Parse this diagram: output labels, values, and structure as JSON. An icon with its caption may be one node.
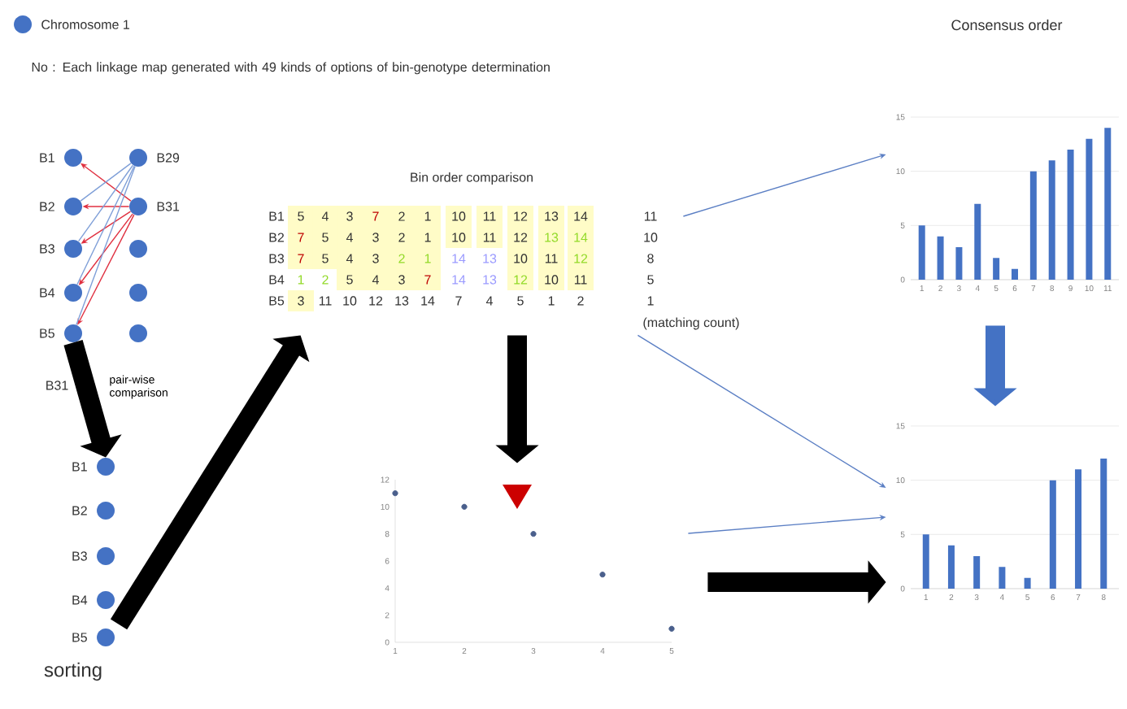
{
  "diagram": {
    "nodes": [
      {
        "text": [],
        "shape": "circle",
        "beside": [
          "B1"
        ]
      },
      {
        "text": [],
        "shape": "circle",
        "beside": [
          "B2"
        ]
      },
      {
        "text": [],
        "shape": "circle",
        "beside": [
          "B3"
        ]
      },
      {
        "text": [],
        "shape": "circle",
        "beside": [
          "B4"
        ]
      },
      {
        "text": [],
        "shape": "circle",
        "beside": [
          "B5"
        ]
      },
      {
        "text": [],
        "shape": "circle",
        "beside": [
          "B29"
        ]
      },
      {
        "text": [],
        "shape": "circle",
        "beside": [
          "B31"
        ]
      },
      {
        "text": [],
        "shape": "circle"
      },
      {
        "text": [],
        "shape": "circle"
      },
      {
        "text": [],
        "shape": "circle"
      },
      {
        "text": [],
        "shape": "circle",
        "beside": [
          "B1"
        ]
      },
      {
        "text": [],
        "shape": "circle",
        "beside": [
          "B2"
        ]
      },
      {
        "text": [],
        "shape": "circle",
        "beside": [
          "B3"
        ]
      },
      {
        "text": [],
        "shape": "circle",
        "beside": [
          "B4"
        ]
      },
      {
        "text": [],
        "shape": "circle",
        "beside": [
          "B5"
        ]
      },
      {
        "text": [
          "Bin order comparison"
        ]
      },
      {
        "text": [
          "Consensus order"
        ]
      },
      {
        "text": [],
        "shape": "picture"
      },
      {
        "text": [],
        "shape": "picture"
      }
    ],
    "edges": [
      {
        "from": 6,
        "to": 0,
        "arrow": "to",
        "color": "#e03040"
      },
      {
        "from": 6,
        "to": 1,
        "arrow": "to",
        "color": "#e03040"
      },
      {
        "from": 6,
        "to": 2,
        "arrow": "to",
        "color": "#e03040"
      },
      {
        "from": 6,
        "to": 3,
        "arrow": "to",
        "color": "#e03040"
      },
      {
        "from": 6,
        "to": 4,
        "arrow": "to",
        "color": "#e03040"
      },
      {
        "from": 5,
        "to": 1,
        "arrow": "none",
        "color": "#7f9fd8"
      },
      {
        "from": 5,
        "to": 2,
        "arrow": "none",
        "color": "#7f9fd8"
      },
      {
        "from": 5,
        "to": 3,
        "arrow": "none",
        "color": "#7f9fd8"
      },
      {
        "from": 5,
        "to": 4,
        "arrow": "none",
        "color": "#7f9fd8"
      },
      {
        "from": 4,
        "to": 10,
        "arrow": "to",
        "style": "thick",
        "color": "#000000",
        "label": "pair-wise comparison"
      },
      {
        "from": 14,
        "to": 15,
        "arrow": "to",
        "style": "thick",
        "color": "#000000"
      },
      {
        "from": 15,
        "to": 16,
        "arrow": "to",
        "color": "#5b7fc4"
      },
      {
        "from": 15,
        "to": 17,
        "arrow": "to",
        "style": "thick",
        "color": "#000000"
      },
      {
        "from": 15,
        "to": 18,
        "arrow": "to",
        "color": "#5b7fc4"
      },
      {
        "from": 16,
        "to": 18,
        "arrow": "to",
        "style": "thick",
        "color": "#4472c4"
      },
      {
        "from": 17,
        "to": 18,
        "arrow": "to",
        "color": "#5b7fc4"
      },
      {
        "from": 17,
        "to": 18,
        "arrow": "to",
        "style": "thick",
        "color": "#000000"
      }
    ],
    "labels": [
      "No : Each linkage map generated with 49 kinds of options of bin-genotype determination",
      "B1",
      "5",
      "4",
      "3",
      "7",
      "2",
      "1",
      "10",
      "11",
      "12",
      "13",
      "14",
      "11",
      "B2",
      "7",
      "5",
      "4",
      "3",
      "2",
      "1",
      "10",
      "11",
      "12",
      "13",
      "14",
      "10",
      "B3",
      "7",
      "5",
      "4",
      "3",
      "2",
      "1",
      "14",
      "13",
      "10",
      "11",
      "12",
      "8",
      "B4",
      "1",
      "2",
      "5",
      "4",
      "3",
      "7",
      "14",
      "13",
      "12",
      "10",
      "11",
      "5",
      "B5",
      "3",
      "11",
      "10",
      "12",
      "13",
      "14",
      "7",
      "4",
      "5",
      "1",
      "2",
      "1",
      "(matching count)",
      "B31",
      "sorting"
    ],
    "legend": [
      {
        "text": "Chromosome 1",
        "color": "#4472c4"
      }
    ],
    "chart_data": [
      {
        "type": "bar",
        "categories": [
          "1",
          "2",
          "3",
          "4",
          "5",
          "6",
          "7",
          "8",
          "9",
          "10",
          "11"
        ],
        "yticks": [
          0,
          5,
          10,
          15
        ],
        "ylim": [
          0,
          15
        ],
        "series": [
          {
            "color": "#4472c4",
            "values": [
              5,
              4,
              3,
              7,
              2,
              1,
              10,
              11,
              12,
              13,
              14
            ]
          }
        ]
      },
      {
        "type": "scatter",
        "x": [
          1,
          2,
          3,
          4,
          5
        ],
        "xticks": [
          1,
          2,
          3,
          4,
          5
        ],
        "yticks": [
          0,
          2,
          4,
          6,
          8,
          10,
          12
        ],
        "xlim": [
          1,
          5
        ],
        "ylim": [
          0,
          12
        ],
        "series": [
          {
            "color": "#4a5f8c",
            "values": [
              11,
              10,
              8,
              5,
              1
            ]
          }
        ]
      },
      {
        "type": "bar",
        "categories": [
          "1",
          "2",
          "3",
          "4",
          "5",
          "6",
          "7",
          "8"
        ],
        "yticks": [
          0,
          5,
          10,
          15
        ],
        "ylim": [
          0,
          15
        ],
        "series": [
          {
            "color": "#4472c4",
            "values": [
              5,
              4,
              3,
              2,
              1,
              10,
              11,
              12
            ]
          }
        ]
      }
    ]
  }
}
